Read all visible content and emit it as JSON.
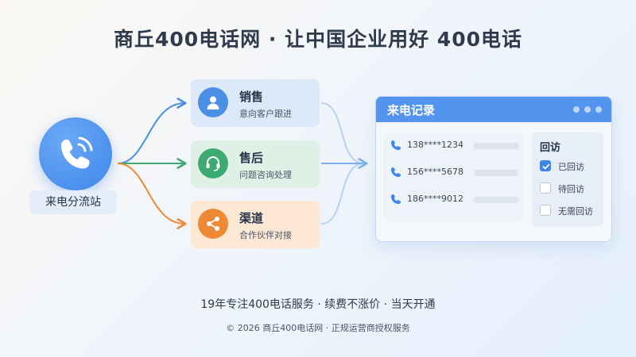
{
  "header": {
    "title": "商丘400电话网 · 让中国企业用好 400电话"
  },
  "hub": {
    "label": "来电分流站",
    "icon": "phone-ringing-icon"
  },
  "routes": [
    {
      "title": "销售",
      "subtitle": "意向客户跟进",
      "icon": "user-icon",
      "color": "#4a8ee6"
    },
    {
      "title": "售后",
      "subtitle": "问题咨询处理",
      "icon": "headset-icon",
      "color": "#3daa72"
    },
    {
      "title": "渠道",
      "subtitle": "合作伙伴对接",
      "icon": "share-icon",
      "color": "#ee8a36"
    }
  ],
  "call_log": {
    "title": "来电记录",
    "calls": [
      {
        "number": "138****1234"
      },
      {
        "number": "156****5678"
      },
      {
        "number": "186****9012"
      }
    ],
    "followup": {
      "title": "回访",
      "options": [
        {
          "label": "已回访",
          "checked": true
        },
        {
          "label": "待回访",
          "checked": false
        },
        {
          "label": "无需回访",
          "checked": false
        }
      ]
    }
  },
  "footer": {
    "tagline": "19年专注400电话服务 · 续费不涨价 · 当天开通",
    "copyright": "© 2026 商丘400电话网 · 正规运营商授权服务"
  },
  "colors": {
    "accent": "#4a8ee6",
    "success": "#3daa72",
    "warning": "#ee8a36"
  }
}
